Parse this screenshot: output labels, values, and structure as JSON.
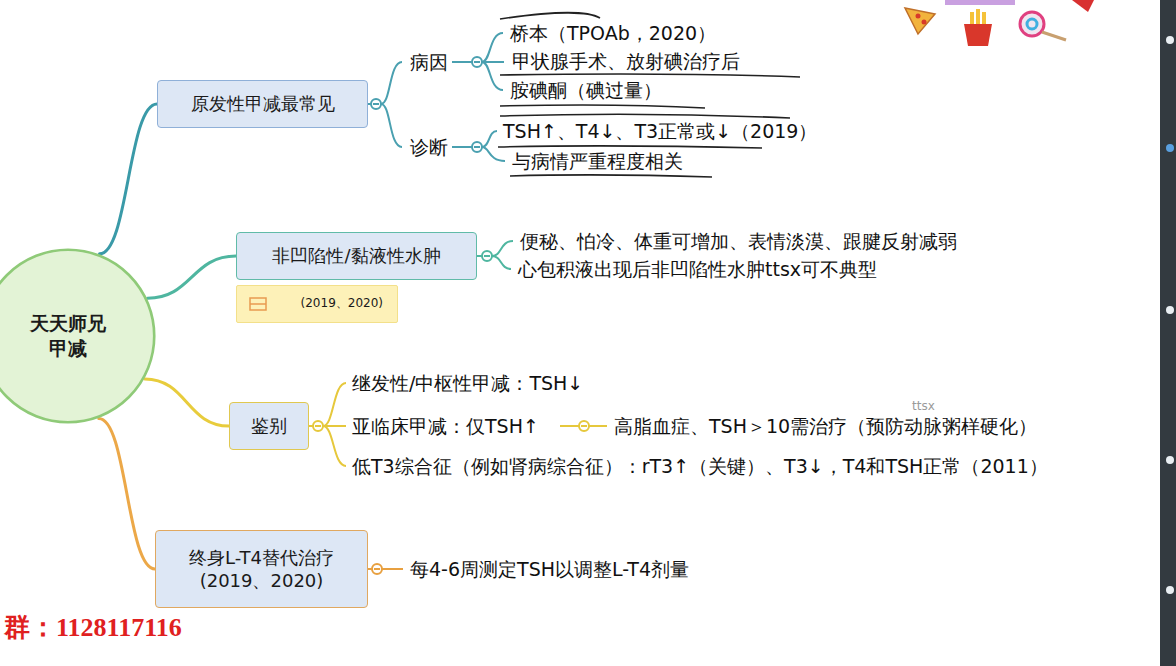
{
  "diagram": {
    "nodes": [
      {
        "text": [
          "天天师兄 甲减"
        ]
      },
      {
        "text": [
          "原发性甲减最常见"
        ]
      },
      {
        "text": [
          "非凹陷性/黏液性水肿"
        ]
      },
      {
        "text": [
          "(2019、2020)"
        ]
      },
      {
        "text": [
          "鉴别"
        ]
      },
      {
        "text": [
          "终身L-T4替代治疗 (2019、2020)"
        ]
      }
    ],
    "edges": [
      {
        "from": 0,
        "to": 1,
        "arrow": "none"
      },
      {
        "from": 0,
        "to": 2,
        "arrow": "none"
      },
      {
        "from": 0,
        "to": 4,
        "arrow": "none"
      },
      {
        "from": 0,
        "to": 5,
        "arrow": "none"
      }
    ],
    "labels": [
      "病因",
      "桥本（TPOAb，2020）",
      "甲状腺手术、放射碘治疗后",
      "胺碘酮（碘过量）",
      "诊断",
      "TSH↑、T4↓、T3正常或↓（2019）",
      "与病情严重程度相关",
      "便秘、怕冷、体重可增加、表情淡漠、跟腱反射减弱",
      "心包积液出现后非凹陷性水肿ttsx可不典型",
      "继发性/中枢性甲减：TSH↓",
      "亚临床甲减：仅TSH↑",
      "高脂血症、TSH＞10需治疗（预防动脉粥样硬化）",
      "低T3综合征（例如肾病综合征）：rT3↑（关键）、T3↓，T4和TSH正常（2011）",
      "每4-6周测定TSH以调整L-T4剂量",
      "ttsx",
      "群：1128117116"
    ]
  }
}
